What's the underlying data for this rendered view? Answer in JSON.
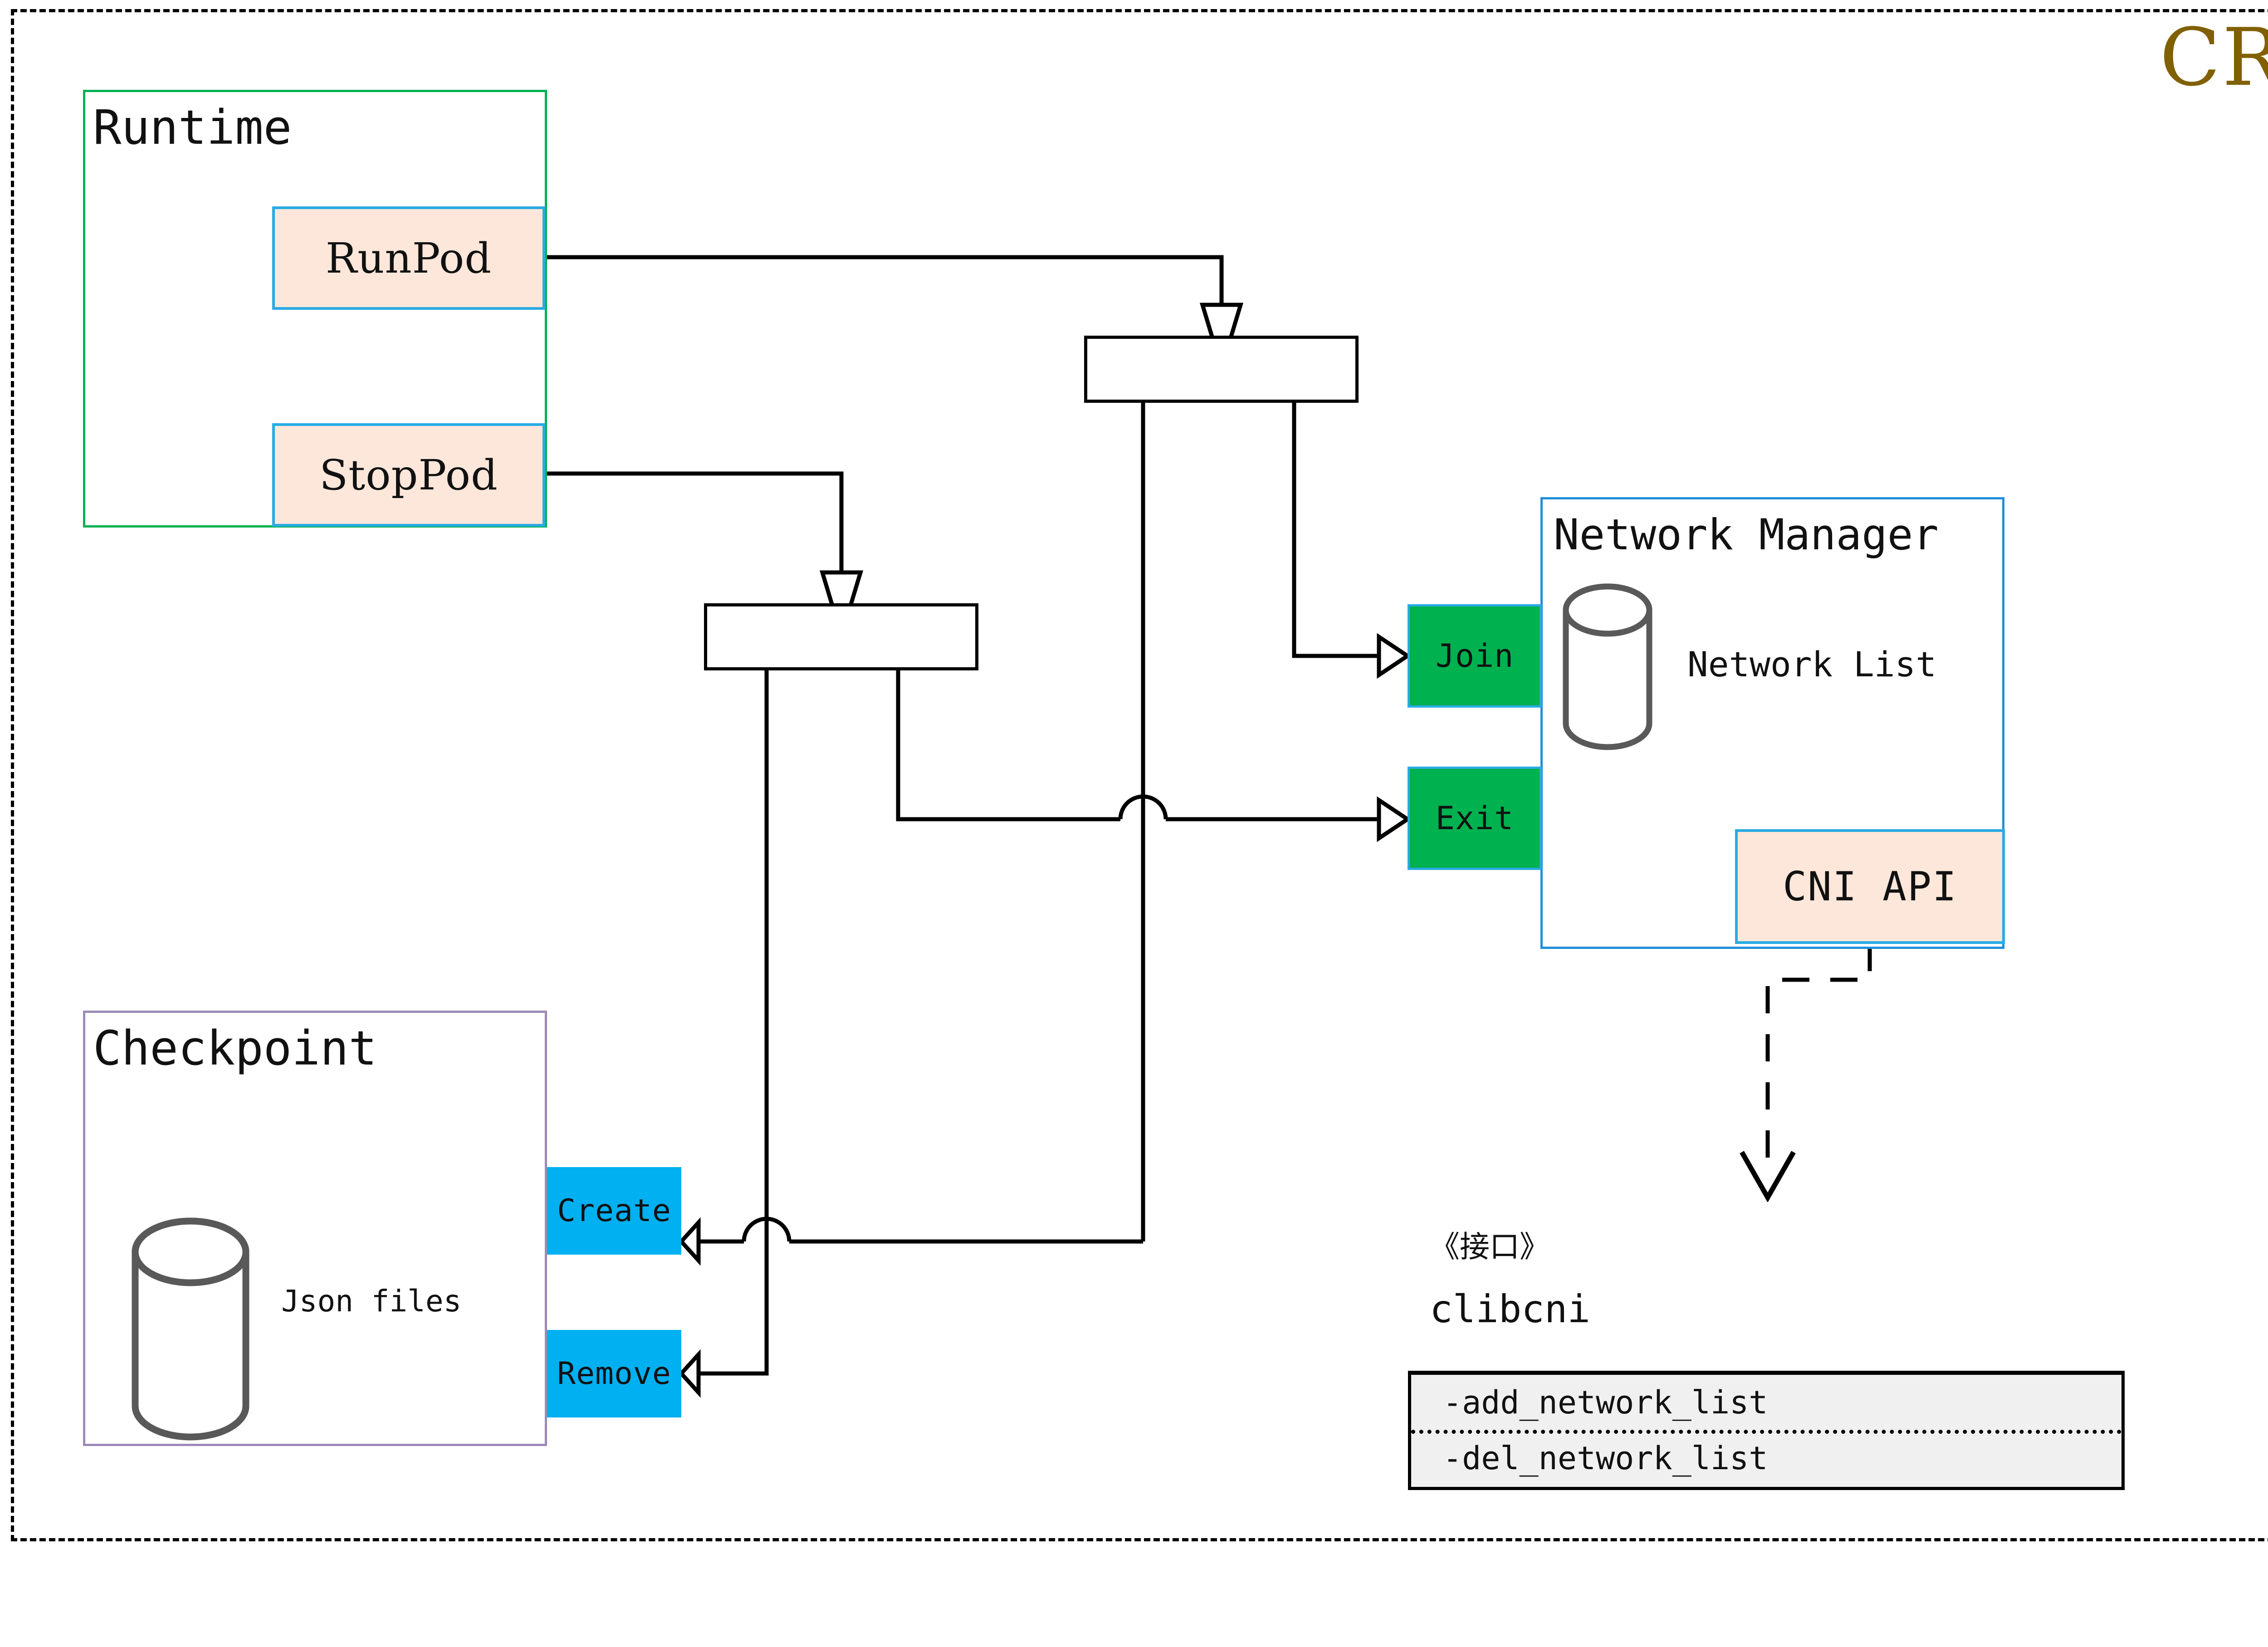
{
  "title": "CRI",
  "frame": {
    "style": "dashed"
  },
  "groups": {
    "runtime": {
      "label": "Runtime",
      "border_color": "#00B14F",
      "items": [
        {
          "label": "RunPod",
          "fill": "#FCE7DA",
          "border": "#29ABE2"
        },
        {
          "label": "StopPod",
          "fill": "#FCE7DA",
          "border": "#29ABE2"
        }
      ]
    },
    "network_manager": {
      "label": "Network Manager",
      "border_color": "#1F8FD8",
      "store_label": "Network List",
      "store_icon": "database-cylinder-icon",
      "api": {
        "label": "CNI API",
        "fill": "#FCE7DA",
        "border": "#29ABE2"
      },
      "operations": [
        {
          "label": "Join",
          "fill": "#00B14F",
          "border": "#29ABE2"
        },
        {
          "label": "Exit",
          "fill": "#00B14F",
          "border": "#29ABE2"
        }
      ]
    },
    "checkpoint": {
      "label": "Checkpoint",
      "border_color": "#9B8AB8",
      "store_label": "Json files",
      "store_icon": "database-cylinder-icon",
      "operations": [
        {
          "label": "Create",
          "fill": "#00B0F0"
        },
        {
          "label": "Remove",
          "fill": "#00B0F0"
        }
      ]
    }
  },
  "connectors": {
    "top_bar_label": "",
    "bottom_bar_label": ""
  },
  "interface": {
    "stereotype": "《接口》",
    "name": "clibcni",
    "methods": [
      "-add_network_list",
      "-del_network_list"
    ]
  },
  "colors": {
    "title": "#806000",
    "runtime_border": "#00B14F",
    "pod_fill": "#FCE7DA",
    "pod_border": "#29ABE2",
    "green_block": "#00B14F",
    "cyan_block": "#00B0F0",
    "network_manager_border": "#1F8FD8",
    "checkpoint_border": "#9B8AB8",
    "interface_body": "#F0F0F0",
    "line": "#000000",
    "cylinder_stroke": "#595959"
  }
}
